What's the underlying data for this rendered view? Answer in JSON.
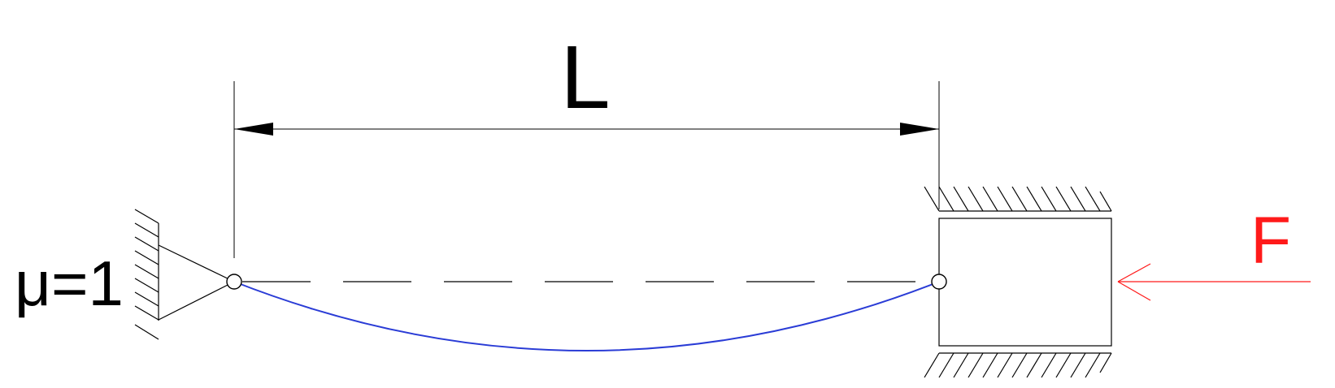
{
  "labels": {
    "length": "L",
    "force": "F",
    "length_factor": "μ=1"
  },
  "colors": {
    "line": "#000000",
    "deflected_shape": "#2a3cd6",
    "force": "#ff1a1a"
  }
}
